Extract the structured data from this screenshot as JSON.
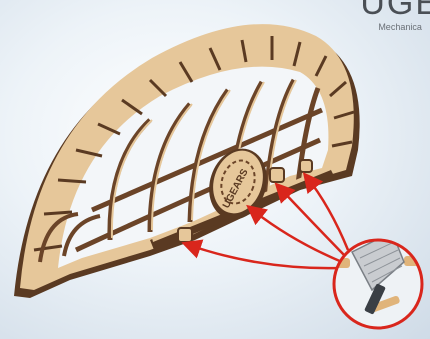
{
  "brand": {
    "name": "UGE",
    "tagline": "Mechanica"
  },
  "model": {
    "gear_emblem_text": "UGEARS"
  },
  "colors": {
    "wood_light": "#e6c79a",
    "wood_dark": "#5a3a22",
    "arrow_red": "#d9261c",
    "background": "#dde7f0"
  },
  "inset": {
    "icon": "craft-knife-icon"
  }
}
